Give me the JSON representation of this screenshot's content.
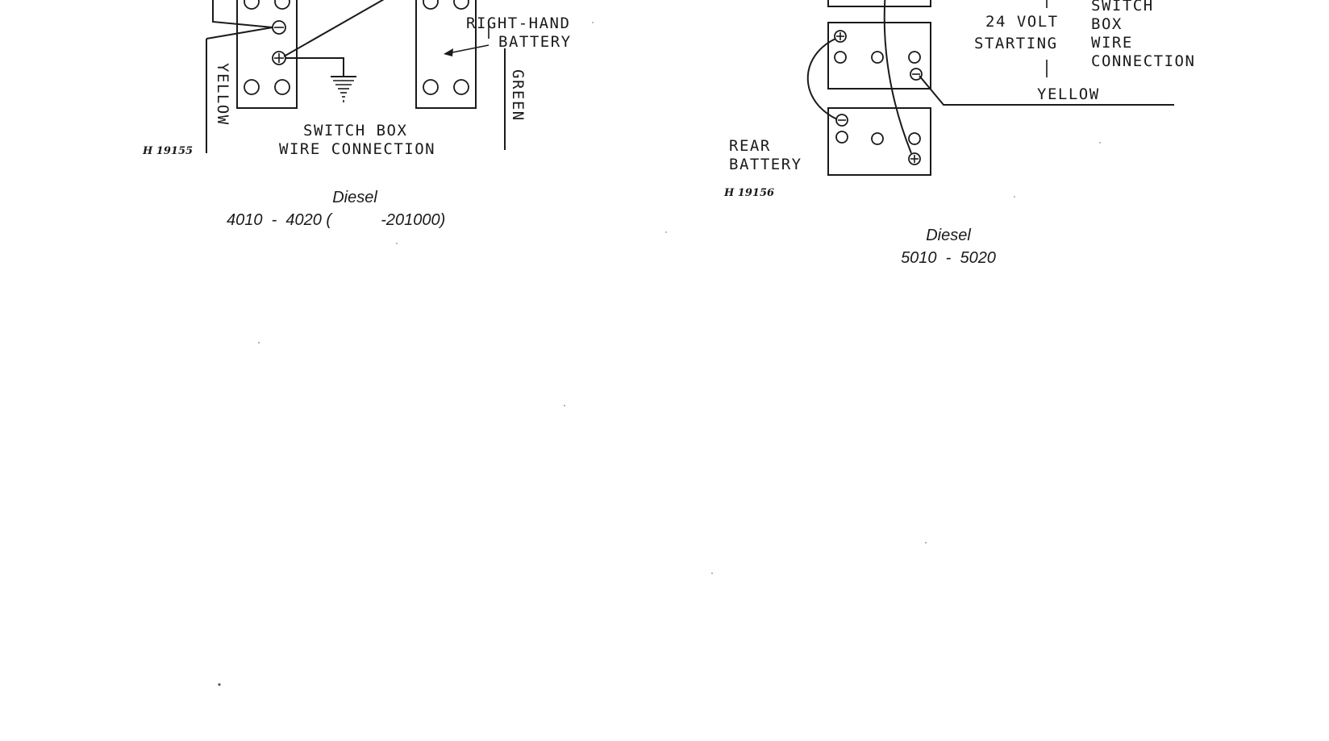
{
  "left_figure": {
    "right_hand_battery_label": [
      "RIGHT-HAND",
      "BATTERY"
    ],
    "yellow_label": "YELLOW",
    "green_label": "GREEN",
    "switch_box_label": [
      "SWITCH BOX",
      "WIRE CONNECTION"
    ],
    "figure_code": "H 19155",
    "caption_line1": "Diesel",
    "caption_line2": "4010  -  4020 (           -201000)"
  },
  "right_figure": {
    "voltage_label": [
      "24 VOLT",
      "STARTING"
    ],
    "switch_box_label": [
      "SWITCH",
      "BOX",
      "WIRE",
      "CONNECTION"
    ],
    "yellow_label": "YELLOW",
    "rear_battery_label": [
      "REAR",
      "BATTERY"
    ],
    "figure_code": "H 19156",
    "caption_line1": "Diesel",
    "caption_line2": "5010  -  5020"
  },
  "colors": {
    "ink": "#1a1a1a",
    "paper": "#ffffff"
  }
}
